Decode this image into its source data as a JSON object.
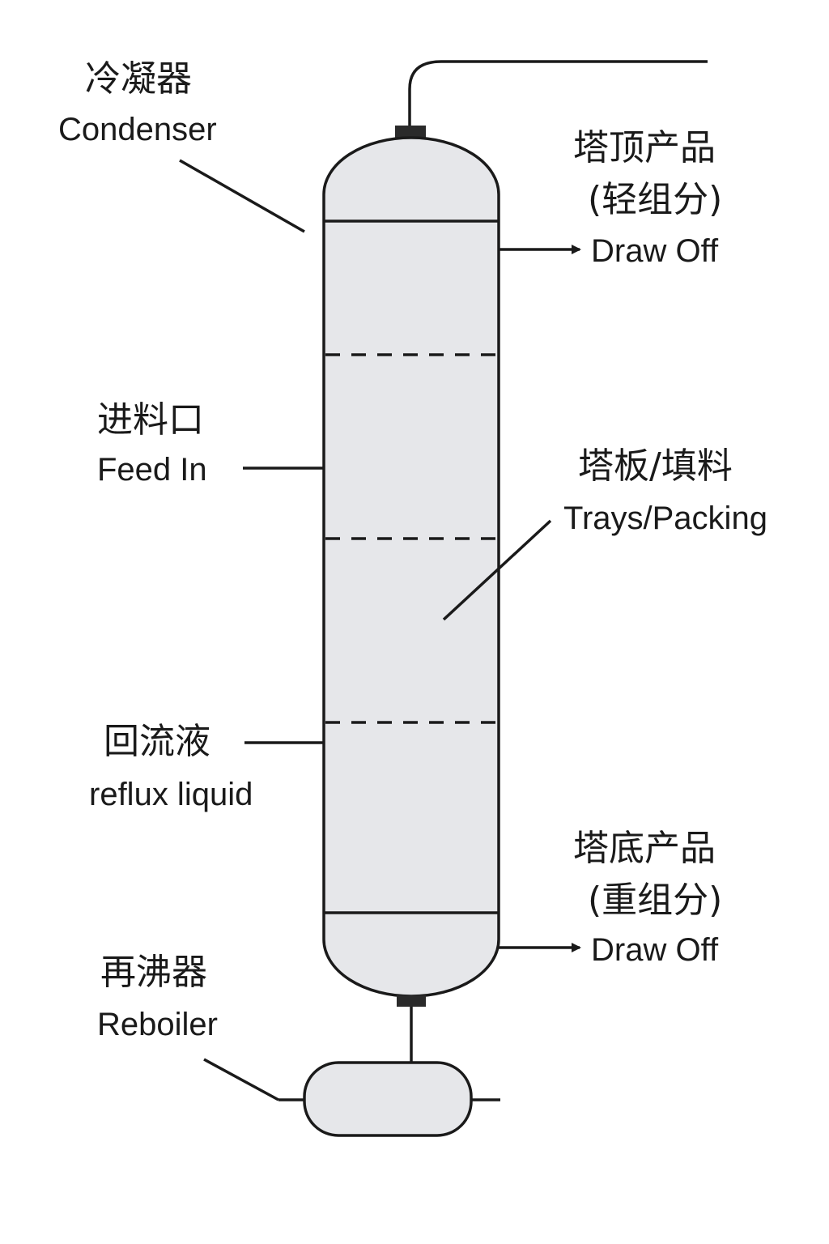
{
  "colors": {
    "line": "#1a1a1a",
    "vessel_fill": "#e6e7ea",
    "background": "#ffffff"
  },
  "labels": {
    "condenser": {
      "zh": "冷凝器",
      "en": "Condenser"
    },
    "top_product": {
      "zh1": "塔顶产品",
      "zh2": "(轻组分)",
      "en": "Draw Off"
    },
    "feed": {
      "zh": "进料口",
      "en": "Feed In"
    },
    "trays": {
      "zh": "塔板/填料",
      "en": "Trays/Packing"
    },
    "reflux": {
      "zh": "回流液",
      "en": "reflux liquid"
    },
    "bottom_product": {
      "zh1": "塔底产品",
      "zh2": "(重组分)",
      "en": "Draw Off"
    },
    "reboiler": {
      "zh": "再沸器",
      "en": "Reboiler"
    }
  }
}
